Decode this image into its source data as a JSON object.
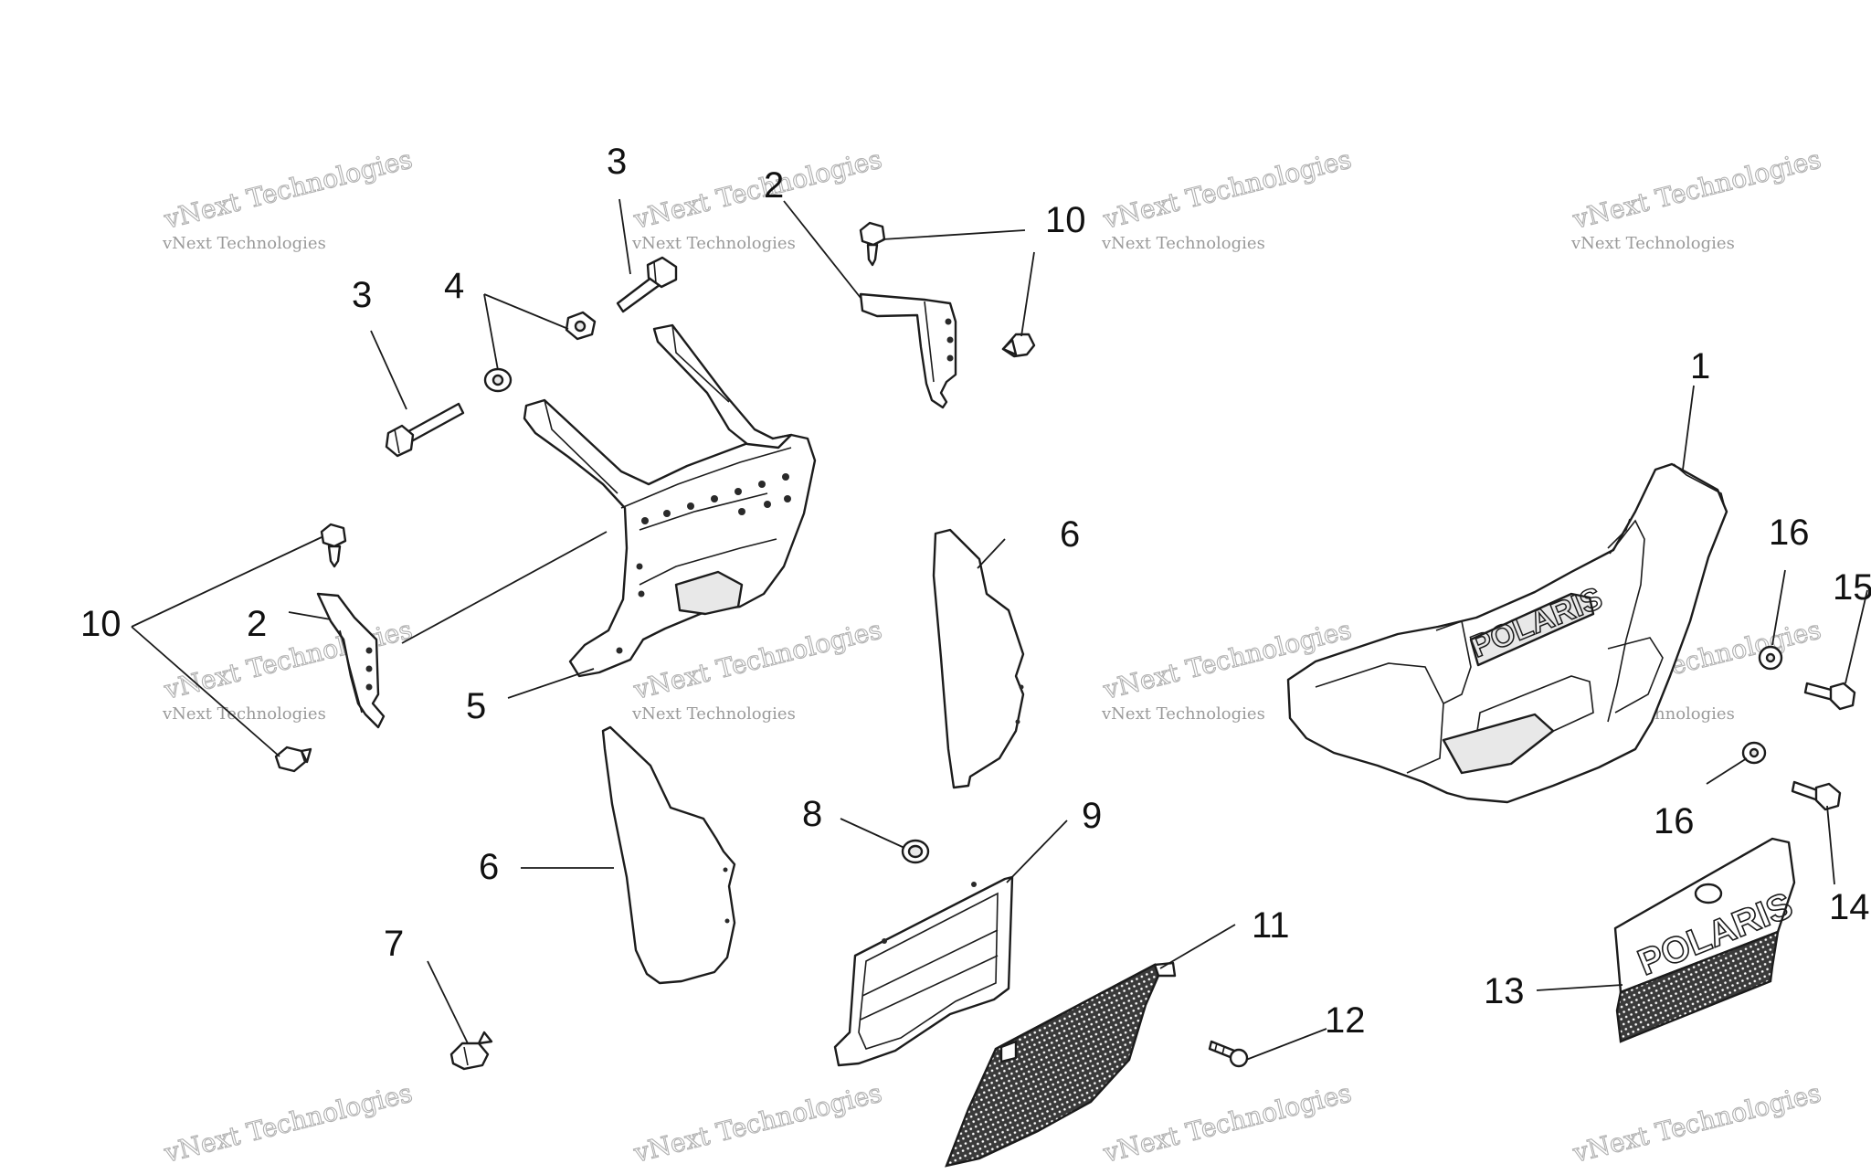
{
  "diagram": {
    "watermark": {
      "line1": "vNext Technologies",
      "line2": "vNext Technologies"
    },
    "callouts": {
      "c1": "1",
      "c2a": "2",
      "c2b": "2",
      "c3a": "3",
      "c3b": "3",
      "c4": "4",
      "c5": "5",
      "c6a": "6",
      "c6b": "6",
      "c7": "7",
      "c8": "8",
      "c9": "9",
      "c10a": "10",
      "c10b": "10",
      "c11": "11",
      "c12": "12",
      "c13": "13",
      "c14": "14",
      "c15": "15",
      "c16a": "16",
      "c16b": "16"
    },
    "logo_text": {
      "bumper_logo": "POLARIS",
      "cover_logo": "POLARIS"
    },
    "colors": {
      "line": "#1c1c1c",
      "watermark": "#9a9a9a",
      "background": "#ffffff"
    }
  }
}
